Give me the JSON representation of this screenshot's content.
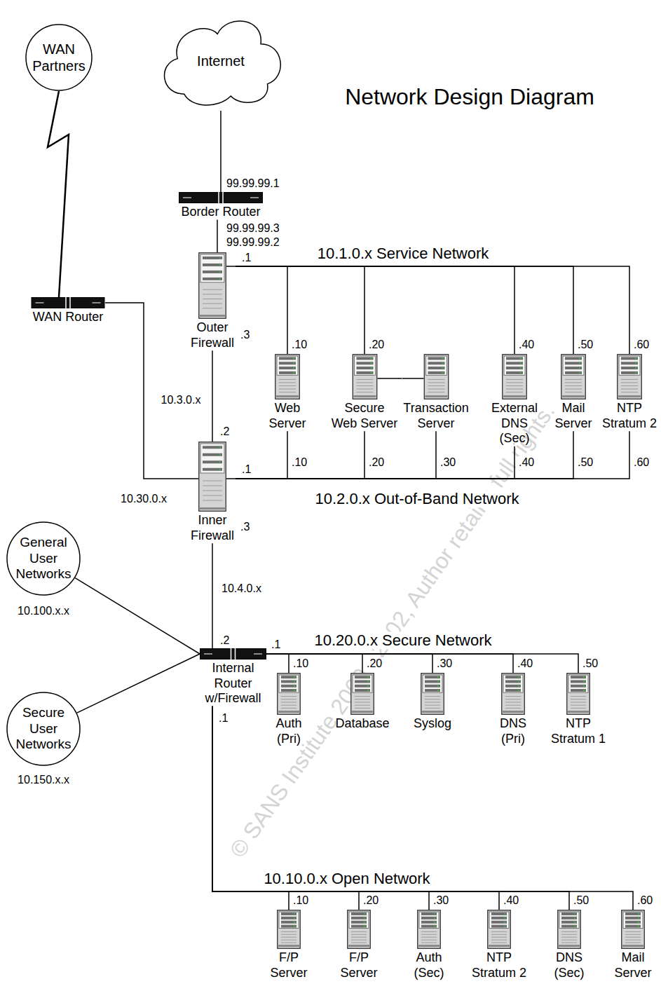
{
  "diagram": {
    "title": "Network Design Diagram",
    "nodes": [
      {
        "text": [
          "Internet"
        ]
      },
      {
        "text": [
          "WAN Partners"
        ]
      },
      {
        "text": [
          "Border Router"
        ]
      },
      {
        "text": [
          "WAN Router"
        ]
      },
      {
        "text": [
          "Outer Firewall"
        ]
      },
      {
        "text": [
          "Web Server"
        ]
      },
      {
        "text": [
          "Secure Web Server"
        ]
      },
      {
        "text": [
          "Transaction Server"
        ]
      },
      {
        "text": [
          "External DNS (Sec)"
        ]
      },
      {
        "text": [
          "Mail Server"
        ]
      },
      {
        "text": [
          "NTP Stratum 2"
        ]
      },
      {
        "text": [
          "Inner Firewall"
        ]
      },
      {
        "text": [
          "General User Networks"
        ]
      },
      {
        "text": [
          "Internal Router w/Firewall"
        ]
      },
      {
        "text": [
          "Secure User Networks"
        ]
      },
      {
        "text": [
          "Auth (Pri)"
        ]
      },
      {
        "text": [
          "Database"
        ]
      },
      {
        "text": [
          "Syslog"
        ]
      },
      {
        "text": [
          "DNS (Pri)"
        ]
      },
      {
        "text": [
          "NTP Stratum 1"
        ]
      },
      {
        "text": [
          "F/P Server"
        ]
      },
      {
        "text": [
          "F/P Server"
        ]
      },
      {
        "text": [
          "Auth (Sec)"
        ]
      },
      {
        "text": [
          "NTP Stratum 2"
        ]
      },
      {
        "text": [
          "DNS (Sec)"
        ]
      },
      {
        "text": [
          "Mail Server"
        ]
      }
    ],
    "edges": [
      {
        "from": 0,
        "to": 2,
        "arrow": "none"
      },
      {
        "from": 1,
        "to": 3,
        "arrow": "none"
      },
      {
        "from": 2,
        "to": 4,
        "arrow": "none"
      },
      {
        "from": 4,
        "to": 5,
        "label": ".10",
        "arrow": "none"
      },
      {
        "from": 4,
        "to": 6,
        "label": ".20",
        "arrow": "none"
      },
      {
        "from": 4,
        "to": 8,
        "label": ".40",
        "arrow": "none"
      },
      {
        "from": 4,
        "to": 9,
        "label": ".50",
        "arrow": "none"
      },
      {
        "from": 4,
        "to": 10,
        "label": ".60",
        "arrow": "none"
      },
      {
        "from": 6,
        "to": 7,
        "arrow": "none"
      },
      {
        "from": 4,
        "to": 11,
        "arrow": "none"
      },
      {
        "from": 3,
        "to": 11,
        "arrow": "none"
      },
      {
        "from": 11,
        "to": 5,
        "label": ".10",
        "arrow": "none"
      },
      {
        "from": 11,
        "to": 6,
        "label": ".20",
        "arrow": "none"
      },
      {
        "from": 11,
        "to": 7,
        "label": ".30",
        "arrow": "none"
      },
      {
        "from": 11,
        "to": 8,
        "label": ".40",
        "arrow": "none"
      },
      {
        "from": 11,
        "to": 9,
        "label": ".50",
        "arrow": "none"
      },
      {
        "from": 11,
        "to": 10,
        "label": ".60",
        "arrow": "none"
      },
      {
        "from": 11,
        "to": 13,
        "arrow": "none"
      },
      {
        "from": 12,
        "to": 13,
        "arrow": "none"
      },
      {
        "from": 14,
        "to": 13,
        "arrow": "none"
      },
      {
        "from": 13,
        "to": 15,
        "label": ".10",
        "arrow": "none"
      },
      {
        "from": 13,
        "to": 16,
        "label": ".20",
        "arrow": "none"
      },
      {
        "from": 13,
        "to": 17,
        "label": ".30",
        "arrow": "none"
      },
      {
        "from": 13,
        "to": 18,
        "label": ".40",
        "arrow": "none"
      },
      {
        "from": 13,
        "to": 19,
        "label": ".50",
        "arrow": "none"
      },
      {
        "from": 13,
        "to": 20,
        "label": ".10",
        "arrow": "none"
      },
      {
        "from": 13,
        "to": 21,
        "label": ".20",
        "arrow": "none"
      },
      {
        "from": 13,
        "to": 22,
        "label": ".30",
        "arrow": "none"
      },
      {
        "from": 13,
        "to": 23,
        "label": ".40",
        "arrow": "none"
      },
      {
        "from": 13,
        "to": 24,
        "label": ".50",
        "arrow": "none"
      },
      {
        "from": 13,
        "to": 25,
        "label": ".60",
        "arrow": "none"
      }
    ],
    "labels": [
      "99.99.99.1",
      "99.99.99.3",
      "99.99.99.2",
      "10.1.0.x Service Network",
      ".1",
      ".3",
      "10.3.0.x",
      ".2",
      ".1",
      "10.30.0.x",
      ".3",
      "10.2.0.x Out-of-Band Network",
      "10.4.0.x",
      "10.100.x.x",
      ".2",
      "10.20.0.x Secure Network",
      ".1",
      "10.150.x.x",
      ".1",
      "10.10.0.x Open Network",
      "© SANS Institute 2000 - 2002, Author retains full rights."
    ]
  }
}
